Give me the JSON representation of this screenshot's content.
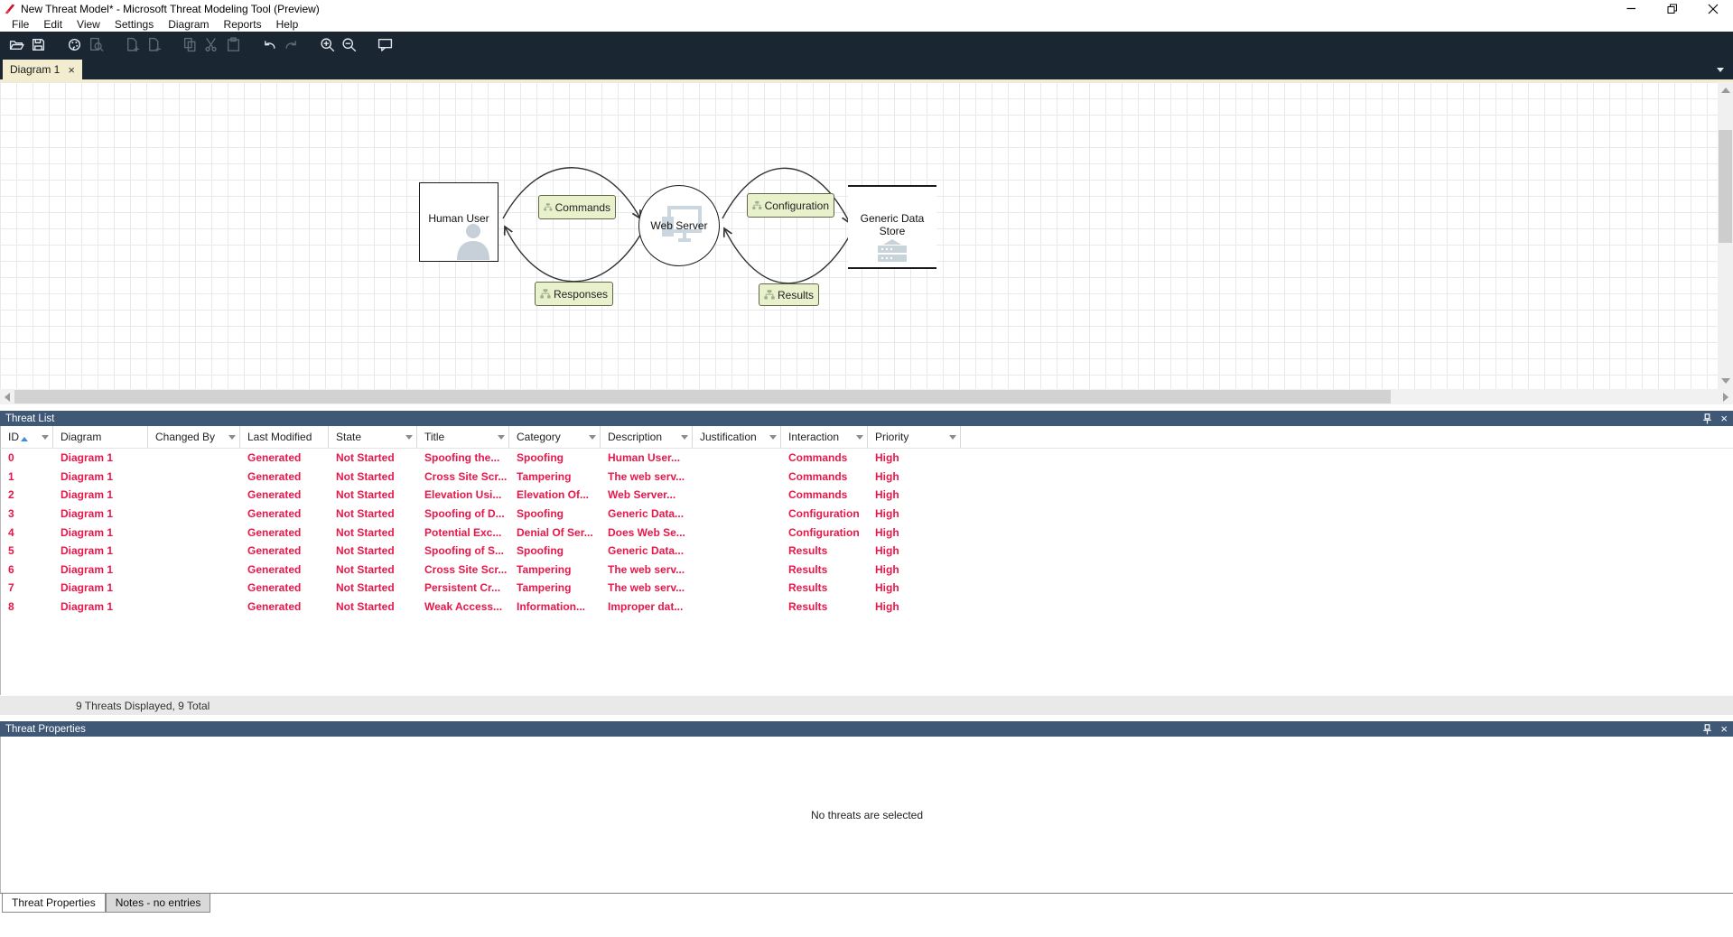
{
  "window": {
    "title": "New Threat Model* - Microsoft Threat Modeling Tool  (Preview)",
    "controls": [
      "minimize",
      "restore",
      "close"
    ]
  },
  "menu": {
    "items": [
      "File",
      "Edit",
      "View",
      "Settings",
      "Diagram",
      "Reports",
      "Help"
    ]
  },
  "toolbar": {
    "groups": [
      [
        {
          "icon": "open-folder",
          "enabled": true
        },
        {
          "icon": "save",
          "enabled": true
        }
      ],
      [
        {
          "icon": "palette",
          "enabled": true
        },
        {
          "icon": "search-document",
          "enabled": false
        }
      ],
      [
        {
          "icon": "add-page",
          "enabled": false
        },
        {
          "icon": "remove-page",
          "enabled": false
        }
      ],
      [
        {
          "icon": "copy",
          "enabled": false
        },
        {
          "icon": "cut",
          "enabled": false
        },
        {
          "icon": "paste",
          "enabled": false
        }
      ],
      [
        {
          "icon": "undo",
          "enabled": true
        },
        {
          "icon": "redo",
          "enabled": false
        }
      ],
      [
        {
          "icon": "zoom-in",
          "enabled": true
        },
        {
          "icon": "zoom-out",
          "enabled": true
        }
      ],
      [
        {
          "icon": "feedback",
          "enabled": true
        }
      ]
    ]
  },
  "diagram": {
    "tab": "Diagram 1",
    "nodes": {
      "human_user": "Human User",
      "web_server": "Web Server",
      "data_store": "Generic Data Store"
    },
    "flows": [
      {
        "label": "Commands"
      },
      {
        "label": "Configuration"
      },
      {
        "label": "Responses"
      },
      {
        "label": "Results"
      }
    ]
  },
  "threat_list": {
    "title": "Threat List",
    "columns": [
      {
        "key": "id",
        "label": "ID",
        "width": 58,
        "filter": true,
        "sorted": true
      },
      {
        "key": "diagram",
        "label": "Diagram",
        "width": 105,
        "filter": false,
        "sorted": false
      },
      {
        "key": "changed_by",
        "label": "Changed By",
        "width": 102,
        "filter": true,
        "sorted": false
      },
      {
        "key": "last_modified",
        "label": "Last Modified",
        "width": 98,
        "filter": false,
        "sorted": false
      },
      {
        "key": "state",
        "label": "State",
        "width": 98,
        "filter": true,
        "sorted": false
      },
      {
        "key": "title",
        "label": "Title",
        "width": 102,
        "filter": true,
        "sorted": false
      },
      {
        "key": "category",
        "label": "Category",
        "width": 101,
        "filter": true,
        "sorted": false
      },
      {
        "key": "description",
        "label": "Description",
        "width": 102,
        "filter": true,
        "sorted": false
      },
      {
        "key": "justification",
        "label": "Justification",
        "width": 98,
        "filter": true,
        "sorted": false
      },
      {
        "key": "interaction",
        "label": "Interaction",
        "width": 96,
        "filter": true,
        "sorted": false
      },
      {
        "key": "priority",
        "label": "Priority",
        "width": 103,
        "filter": true,
        "sorted": false
      }
    ],
    "rows": [
      {
        "id": "0",
        "diagram": "Diagram 1",
        "changed_by": "",
        "last_modified": "Generated",
        "state": "Not Started",
        "title": "Spoofing the...",
        "category": "Spoofing",
        "description": "Human User...",
        "justification": "",
        "interaction": "Commands",
        "priority": "High"
      },
      {
        "id": "1",
        "diagram": "Diagram 1",
        "changed_by": "",
        "last_modified": "Generated",
        "state": "Not Started",
        "title": "Cross Site Scr...",
        "category": "Tampering",
        "description": "The web serv...",
        "justification": "",
        "interaction": "Commands",
        "priority": "High"
      },
      {
        "id": "2",
        "diagram": "Diagram 1",
        "changed_by": "",
        "last_modified": "Generated",
        "state": "Not Started",
        "title": "Elevation Usi...",
        "category": "Elevation Of...",
        "description": "Web Server...",
        "justification": "",
        "interaction": "Commands",
        "priority": "High"
      },
      {
        "id": "3",
        "diagram": "Diagram 1",
        "changed_by": "",
        "last_modified": "Generated",
        "state": "Not Started",
        "title": "Spoofing of D...",
        "category": "Spoofing",
        "description": "Generic Data...",
        "justification": "",
        "interaction": "Configuration",
        "priority": "High"
      },
      {
        "id": "4",
        "diagram": "Diagram 1",
        "changed_by": "",
        "last_modified": "Generated",
        "state": "Not Started",
        "title": "Potential Exc...",
        "category": "Denial Of Ser...",
        "description": "Does Web Se...",
        "justification": "",
        "interaction": "Configuration",
        "priority": "High"
      },
      {
        "id": "5",
        "diagram": "Diagram 1",
        "changed_by": "",
        "last_modified": "Generated",
        "state": "Not Started",
        "title": "Spoofing of S...",
        "category": "Spoofing",
        "description": "Generic Data...",
        "justification": "",
        "interaction": "Results",
        "priority": "High"
      },
      {
        "id": "6",
        "diagram": "Diagram 1",
        "changed_by": "",
        "last_modified": "Generated",
        "state": "Not Started",
        "title": "Cross Site Scr...",
        "category": "Tampering",
        "description": "The web serv...",
        "justification": "",
        "interaction": "Results",
        "priority": "High"
      },
      {
        "id": "7",
        "diagram": "Diagram 1",
        "changed_by": "",
        "last_modified": "Generated",
        "state": "Not Started",
        "title": "Persistent Cr...",
        "category": "Tampering",
        "description": "The web serv...",
        "justification": "",
        "interaction": "Results",
        "priority": "High"
      },
      {
        "id": "8",
        "diagram": "Diagram 1",
        "changed_by": "",
        "last_modified": "Generated",
        "state": "Not Started",
        "title": "Weak Access...",
        "category": "Information...",
        "description": "Improper dat...",
        "justification": "",
        "interaction": "Results",
        "priority": "High"
      }
    ],
    "status": "9 Threats Displayed, 9 Total"
  },
  "threat_properties": {
    "title": "Threat Properties",
    "empty_message": "No threats are selected",
    "bottom_tabs": [
      {
        "label": "Threat Properties",
        "active": true
      },
      {
        "label": "Notes - no entries",
        "active": false
      }
    ]
  },
  "colors": {
    "accent_red": "#e8174a",
    "panel_header_blue": "#3f5876",
    "toolbar_dark": "#1a2733",
    "tab_cream": "#f3edd0",
    "flow_label_green": "#e9f1cc"
  }
}
